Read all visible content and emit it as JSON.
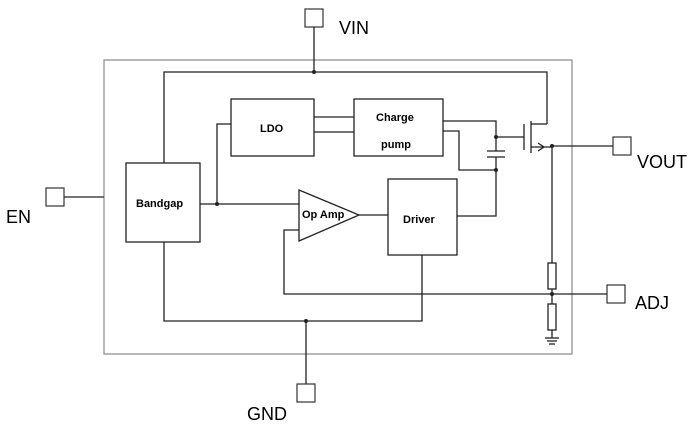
{
  "pins": {
    "vin": "VIN",
    "vout": "VOUT",
    "en": "EN",
    "adj": "ADJ",
    "gnd": "GND"
  },
  "blocks": {
    "ldo": "LDO",
    "charge_pump_line1": "Charge",
    "charge_pump_line2": "pump",
    "bandgap": "Bandgap",
    "op_amp": "Op Amp",
    "driver": "Driver"
  },
  "colors": {
    "line": "#222222",
    "chip_outline": "#888888"
  }
}
